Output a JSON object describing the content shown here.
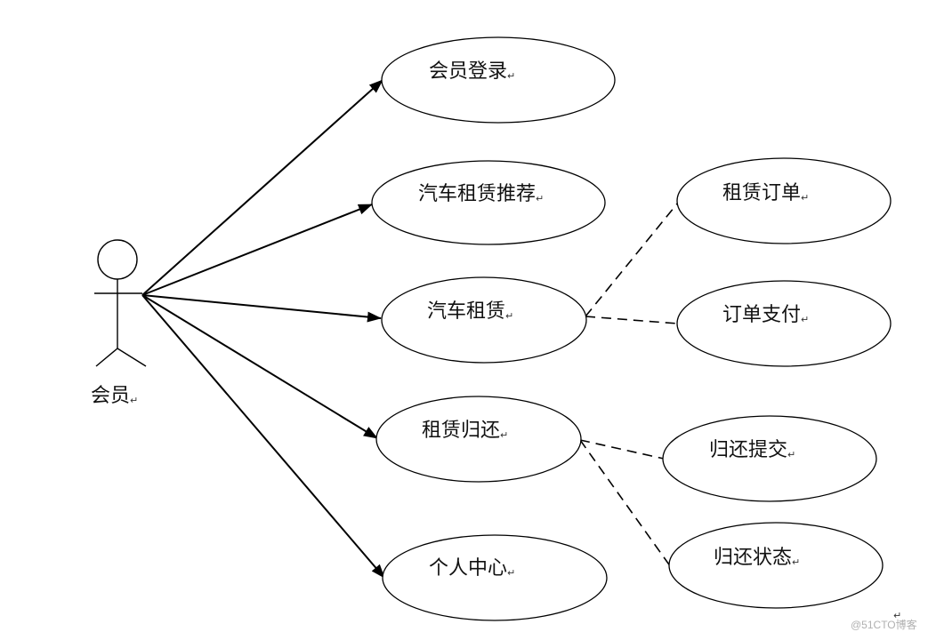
{
  "actor": {
    "label": "会员",
    "icon": "stick-figure-icon"
  },
  "paragraph_mark": "↵",
  "use_cases": [
    {
      "id": "member-login",
      "label": "会员登录"
    },
    {
      "id": "car-rental-recommend",
      "label": "汽车租赁推荐"
    },
    {
      "id": "car-rental",
      "label": "汽车租赁"
    },
    {
      "id": "rental-return",
      "label": "租赁归还"
    },
    {
      "id": "personal-center",
      "label": "个人中心"
    }
  ],
  "sub_use_cases": [
    {
      "id": "rental-order",
      "label": "租赁订单",
      "parent": "car-rental"
    },
    {
      "id": "order-payment",
      "label": "订单支付",
      "parent": "car-rental"
    },
    {
      "id": "return-submit",
      "label": "归还提交",
      "parent": "rental-return"
    },
    {
      "id": "return-status",
      "label": "归还状态",
      "parent": "rental-return"
    }
  ],
  "watermark": "@51CTO博客",
  "colors": {
    "line": "#000000",
    "ellipse_stroke": "#000000",
    "background": "#ffffff",
    "watermark": "#b0b0b0"
  }
}
